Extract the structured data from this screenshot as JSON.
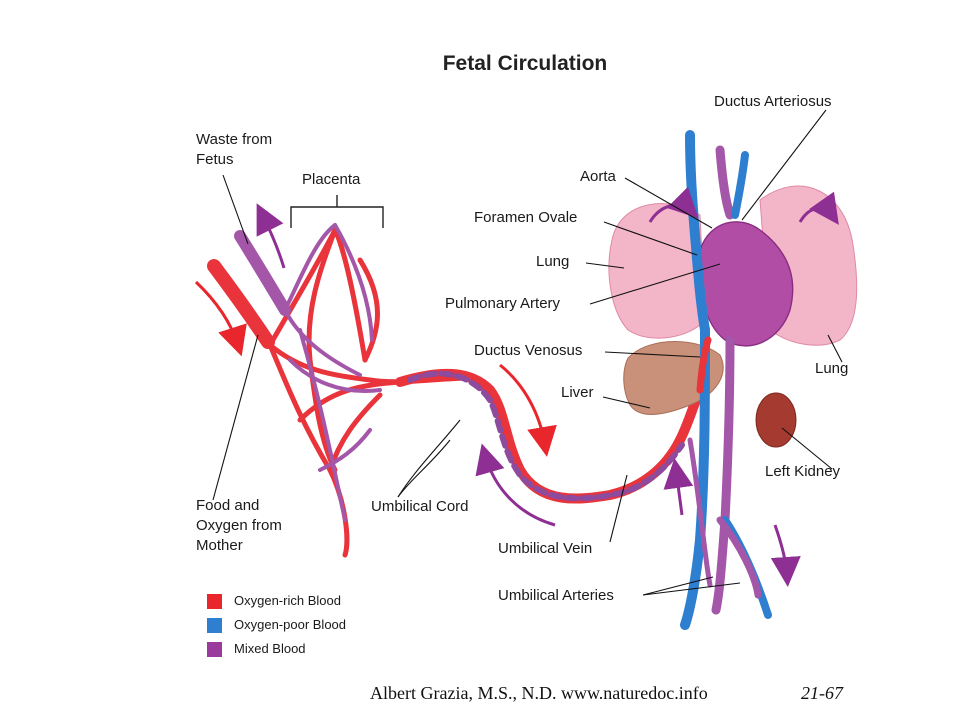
{
  "title": "Fetal Circulation",
  "labels": {
    "waste_from_fetus": [
      "Waste from",
      "Fetus"
    ],
    "placenta": "Placenta",
    "food_oxygen": [
      "Food and",
      "Oxygen from",
      "Mother"
    ],
    "umbilical_cord": "Umbilical Cord",
    "ductus_arteriosus": "Ductus Arteriosus",
    "aorta": "Aorta",
    "foramen_ovale": "Foramen Ovale",
    "lung_left": "Lung",
    "pulmonary_artery": "Pulmonary Artery",
    "ductus_venosus": "Ductus Venosus",
    "liver": "Liver",
    "lung_right": "Lung",
    "left_kidney": "Left Kidney",
    "umbilical_vein": "Umbilical Vein",
    "umbilical_arteries": "Umbilical Arteries"
  },
  "legend": [
    {
      "label": "Oxygen-rich Blood",
      "color": "#e8262c"
    },
    {
      "label": "Oxygen-poor Blood",
      "color": "#2f7fd0"
    },
    {
      "label": "Mixed Blood",
      "color": "#9a3a9c"
    }
  ],
  "footer": {
    "credit": "Albert Grazia, M.S., N.D.   www.naturedoc.info",
    "page": "21-67"
  }
}
